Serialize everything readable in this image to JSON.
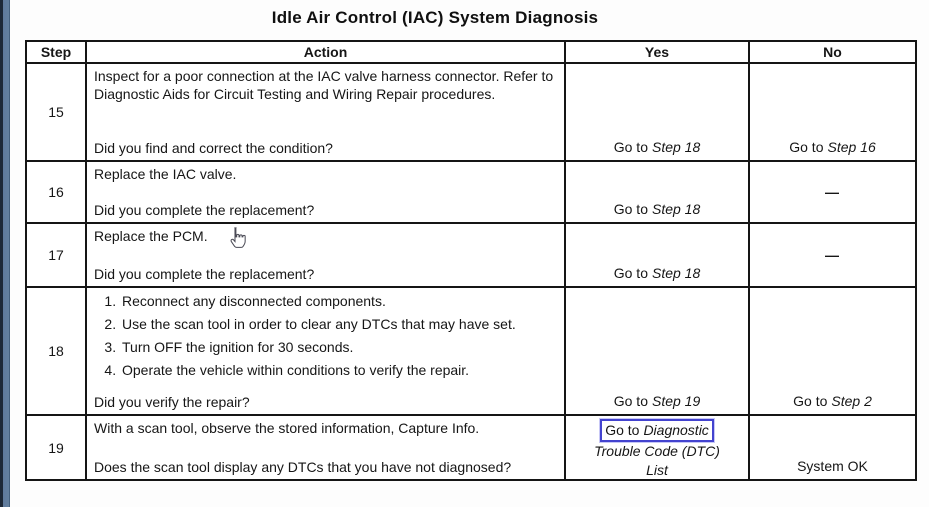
{
  "title": "Idle Air Control (IAC) System Diagnosis",
  "colors": {
    "link_selection_box": "#4343cf",
    "edge_strip_dark": "#1d2837",
    "edge_strip_light": "#5f7a9c"
  },
  "table": {
    "headers": {
      "step": "Step",
      "action": "Action",
      "yes": "Yes",
      "no": "No"
    },
    "rows": [
      {
        "step": "15",
        "para": "Inspect for a poor connection at the IAC valve harness connector. Refer to Diagnostic Aids for Circuit Testing and Wiring Repair procedures.",
        "question": "Did you find and correct the condition?",
        "yes_prefix": "Go to",
        "yes_target": "Step 18",
        "no_prefix": "Go to",
        "no_target": "Step 16"
      },
      {
        "step": "16",
        "para": "Replace the IAC valve.",
        "question": "Did you complete the replacement?",
        "yes_prefix": "Go to",
        "yes_target": "Step 18",
        "no_dash": "—"
      },
      {
        "step": "17",
        "para": "Replace the PCM.",
        "question": "Did you complete the replacement?",
        "yes_prefix": "Go to",
        "yes_target": "Step 18",
        "no_dash": "—"
      },
      {
        "step": "18",
        "list": [
          "Reconnect any disconnected components.",
          "Use the scan tool in order to clear any DTCs that may have set.",
          "Turn OFF the ignition for 30 seconds.",
          "Operate the vehicle within conditions to verify the repair."
        ],
        "question": "Did you verify the repair?",
        "yes_prefix": "Go to",
        "yes_target": "Step 19",
        "no_prefix": "Go to",
        "no_target": "Step 2"
      },
      {
        "step": "19",
        "para": "With a scan tool, observe the stored information, Capture Info.",
        "question": "Does the scan tool display any DTCs that you have not diagnosed?",
        "yes_prefix": "Go to",
        "yes_italic_line1": "Diagnostic",
        "yes_italic_line2": "Trouble Code (DTC)",
        "yes_italic_line3": "List",
        "no_text": "System OK"
      }
    ]
  }
}
